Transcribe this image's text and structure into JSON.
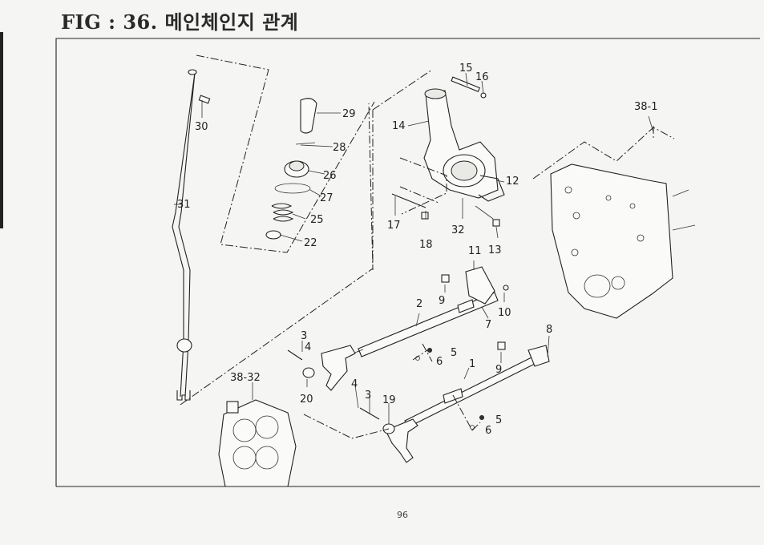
{
  "figure": {
    "title": "FIG : 36. 메인체인지 관계",
    "page_number": "96"
  },
  "callouts": [
    {
      "id": "c1",
      "label": "1"
    },
    {
      "id": "c2",
      "label": "2"
    },
    {
      "id": "c3a",
      "label": "3"
    },
    {
      "id": "c3b",
      "label": "3"
    },
    {
      "id": "c4a",
      "label": "4"
    },
    {
      "id": "c4b",
      "label": "4"
    },
    {
      "id": "c5a",
      "label": "5"
    },
    {
      "id": "c5b",
      "label": "5"
    },
    {
      "id": "c6a",
      "label": "6"
    },
    {
      "id": "c6b",
      "label": "6"
    },
    {
      "id": "c7",
      "label": "7"
    },
    {
      "id": "c8",
      "label": "8"
    },
    {
      "id": "c9a",
      "label": "9"
    },
    {
      "id": "c9b",
      "label": "9"
    },
    {
      "id": "c10",
      "label": "10"
    },
    {
      "id": "c11",
      "label": "11"
    },
    {
      "id": "c12",
      "label": "12"
    },
    {
      "id": "c13",
      "label": "13"
    },
    {
      "id": "c14",
      "label": "14"
    },
    {
      "id": "c15",
      "label": "15"
    },
    {
      "id": "c16",
      "label": "16"
    },
    {
      "id": "c17",
      "label": "17"
    },
    {
      "id": "c18",
      "label": "18"
    },
    {
      "id": "c19",
      "label": "19"
    },
    {
      "id": "c20",
      "label": "20"
    },
    {
      "id": "c22",
      "label": "22"
    },
    {
      "id": "c25",
      "label": "25"
    },
    {
      "id": "c26",
      "label": "26"
    },
    {
      "id": "c27",
      "label": "27"
    },
    {
      "id": "c28",
      "label": "28"
    },
    {
      "id": "c29",
      "label": "29"
    },
    {
      "id": "c30",
      "label": "30"
    },
    {
      "id": "c31",
      "label": "31"
    },
    {
      "id": "c32",
      "label": "32"
    },
    {
      "id": "c38-1",
      "label": "38-1"
    },
    {
      "id": "c38-32",
      "label": "38-32"
    }
  ]
}
